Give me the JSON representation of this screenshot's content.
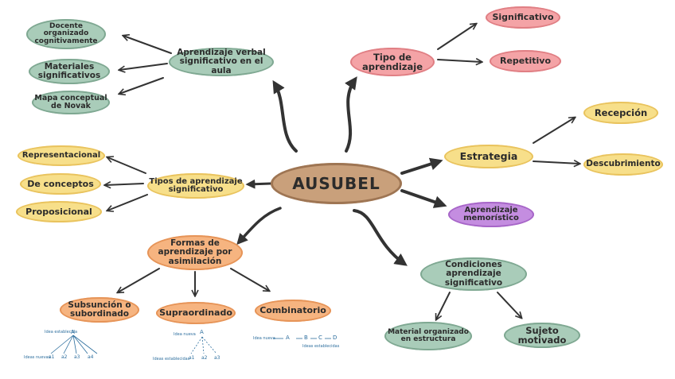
{
  "center": "AUSUBEL",
  "nodes": {
    "verbal": "Aprendizaje verbal significativo en el aula",
    "docente": "Docente organizado cognitivamente",
    "materiales": "Materiales significativos",
    "mapa": "Mapa conceptual de Novak",
    "tipo": "Tipo de aprendizaje",
    "significativo": "Significativo",
    "repetitivo": "Repetitivo",
    "estrategia": "Estrategia",
    "recepcion": "Recepción",
    "descubrimiento": "Descubrimiento",
    "memoristico": "Aprendizaje memorístico",
    "tipos": "Tipos de aprendizaje significativo",
    "representacional": "Representacional",
    "conceptos": "De conceptos",
    "proposicional": "Proposicional",
    "formas": "Formas de aprendizaje por asimilación",
    "subsuncion": "Subsunción o subordinado",
    "supraordinado": "Supraordinado",
    "combinatorio": "Combinatorio",
    "condiciones": "Condiciones aprendizaje significativo",
    "material": "Material organizado en estructura",
    "sujeto": "Sujeto motivado"
  },
  "sketches": {
    "sub": {
      "top_label": "Idea establecida",
      "top": "A",
      "bottom_label": "Ideas nuevas",
      "items": [
        "a1",
        "a2",
        "a3",
        "a4"
      ]
    },
    "supra": {
      "top_label": "Idea nueva",
      "top": "A",
      "bottom_label": "Ideas establecidas",
      "items": [
        "a1",
        "a2",
        "a3"
      ]
    },
    "comb": {
      "left_label": "Idea nueva",
      "items": [
        "A",
        "B",
        "C",
        "D"
      ],
      "bottom_label": "Ideas establecidas"
    }
  },
  "colors": {
    "green": "#a9ccb9",
    "yellow": "#f7df8a",
    "pink": "#f4a3a6",
    "orange": "#f6b480",
    "purple": "#c48de0",
    "center": "#c9a07b",
    "arrow": "#333333",
    "sketch": "#2e6f9e"
  }
}
